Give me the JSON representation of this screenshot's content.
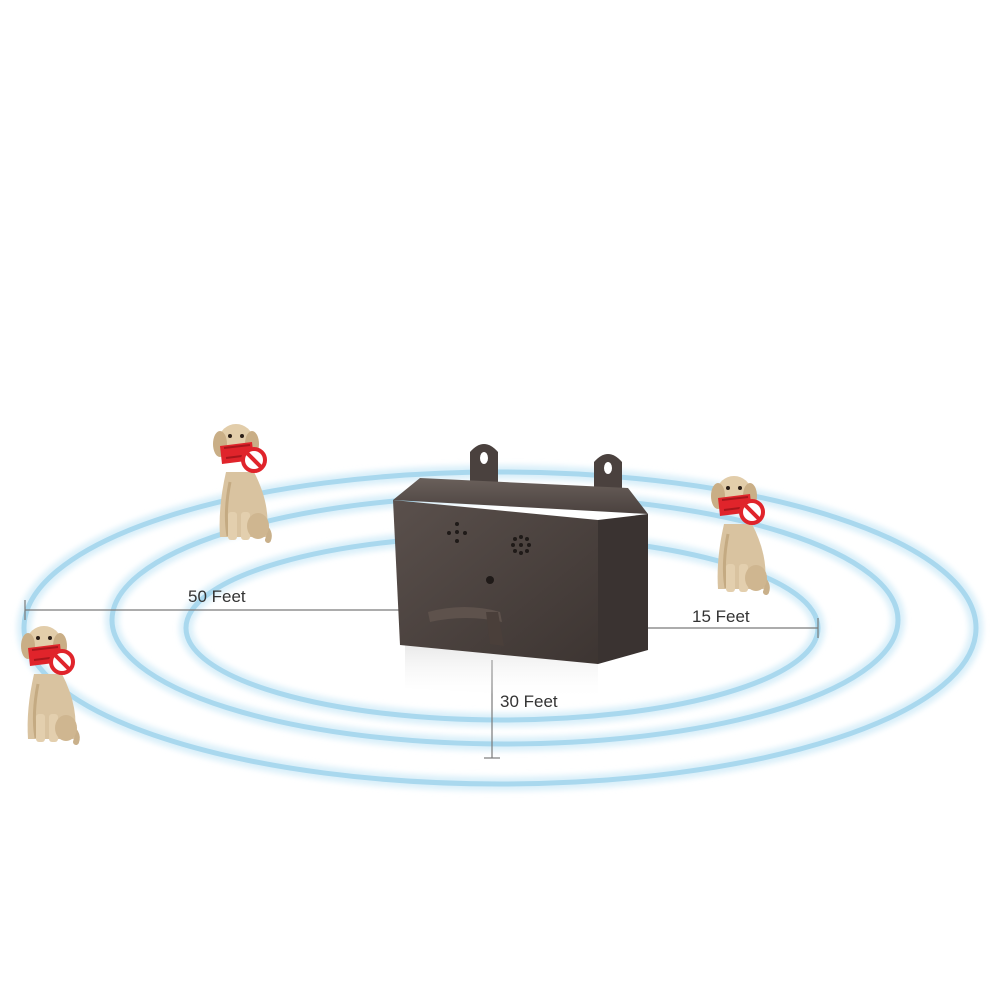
{
  "labels": {
    "range_50": "50 Feet",
    "range_30": "30 Feet",
    "range_15": "15 Feet"
  },
  "colors": {
    "ring_core": "#a9d8ee",
    "ring_glow": "#d9eff9",
    "device_body": "#4d4441",
    "device_shadow": "#3a3331",
    "dim_line": "#7a7a7a",
    "dog_fur": "#d9c3a0",
    "no_bark_red": "#e0242b"
  },
  "icons": {
    "device": "ultrasonic-bark-deterrent-device",
    "dog": "dog-with-no-bark-muzzle-icon"
  }
}
